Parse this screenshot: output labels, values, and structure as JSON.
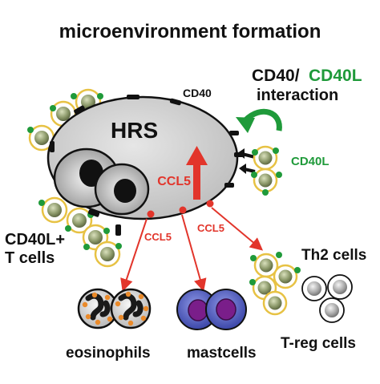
{
  "title": "microenvironment formation",
  "hrs_label": "HRS",
  "cd40_label": "CD40",
  "cd40_slash": "CD40/",
  "cd40l_green": "CD40L",
  "interaction_label": "interaction",
  "cd40l_side_label": "CD40L",
  "ccl5_main_label": "CCL5",
  "ccl5_left_label": "CCL5",
  "ccl5_right_label": "CCL5",
  "tcells_label_line1": "CD40L+",
  "tcells_label_line2": "T cells",
  "th2_label": "Th2 cells",
  "treg_label": "T-reg cells",
  "eosinophils_label": "eosinophils",
  "mastcells_label": "mastcells",
  "colors": {
    "text": "#111111",
    "green": "#1f9a3a",
    "red": "#e2352b",
    "hrs_fill": "#cfcfcf",
    "cell_ring": "#e7c244",
    "cell_inner": "#6f7a50",
    "mast": "#5a66c8",
    "mast_nucleus": "#7a1e8a",
    "eos_dot": "#ea8a2a"
  }
}
